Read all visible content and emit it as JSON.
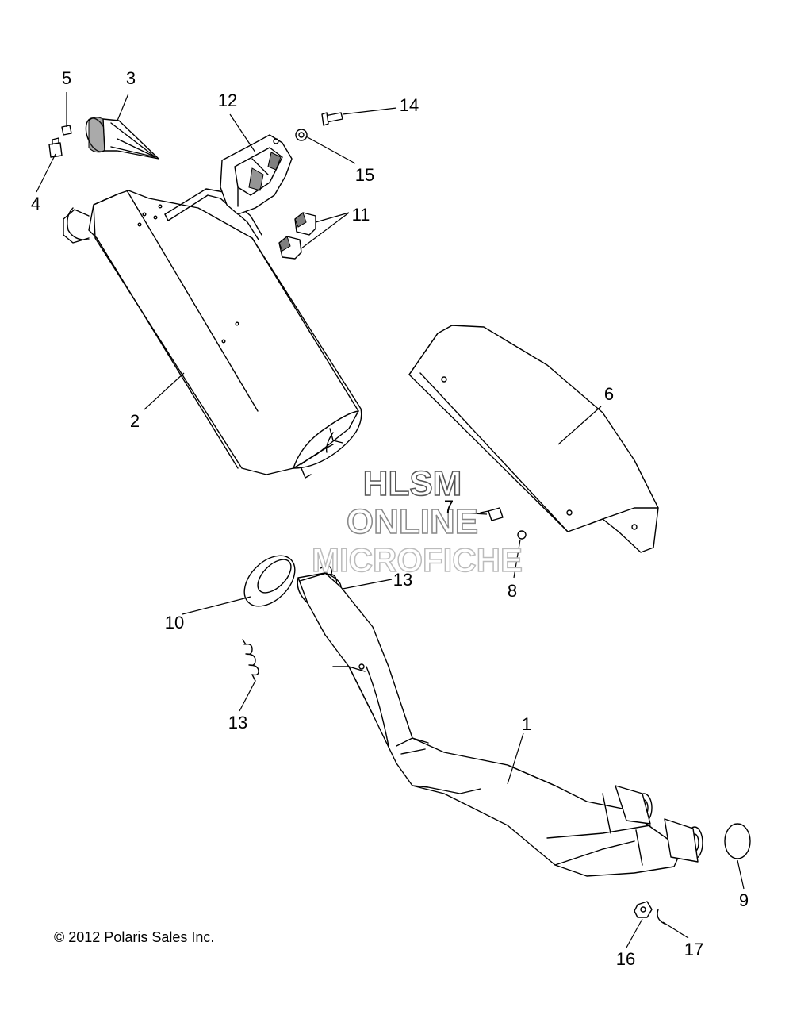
{
  "copyright": "© 2012 Polaris Sales Inc.",
  "watermark": {
    "line1": "HLSM",
    "line2": "ONLINE",
    "line3": "MICROFICHE"
  },
  "callouts": {
    "c1": "1",
    "c2": "2",
    "c3": "3",
    "c4": "4",
    "c5": "5",
    "c6": "6",
    "c7": "7",
    "c8": "8",
    "c9": "9",
    "c10": "10",
    "c11": "11",
    "c12": "12",
    "c13a": "13",
    "c13b": "13",
    "c14": "14",
    "c15": "15",
    "c16": "16",
    "c17": "17"
  }
}
